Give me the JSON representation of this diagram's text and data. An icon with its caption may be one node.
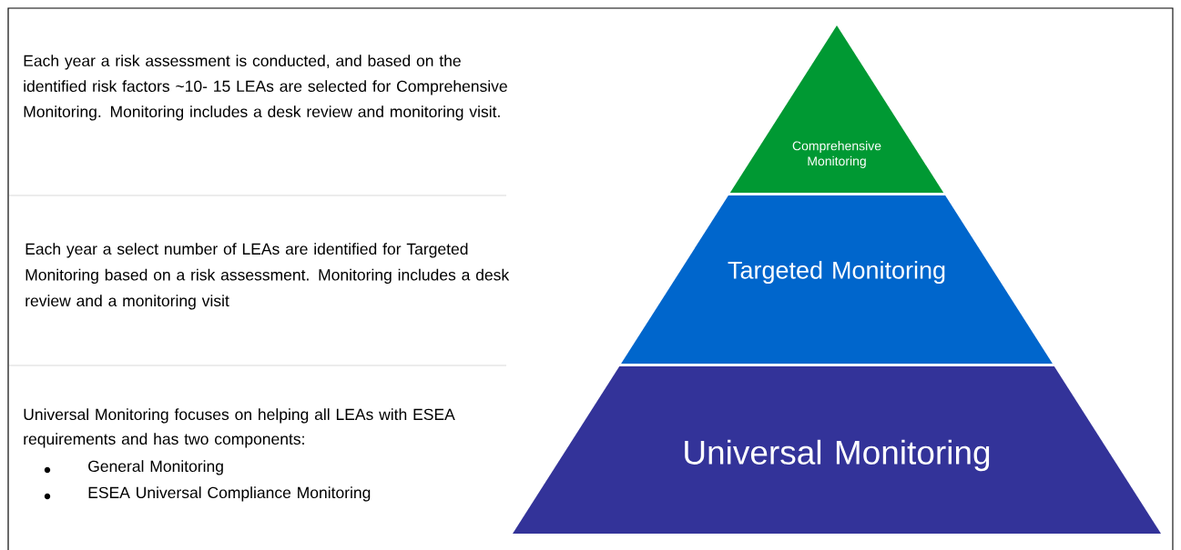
{
  "diagram": {
    "nodes": [
      {
        "text": [
          "Comprehensive Monitoring"
        ]
      },
      {
        "text": [
          "Targeted Monitoring"
        ]
      },
      {
        "text": [
          "Universal Monitoring"
        ]
      }
    ],
    "labels": [
      "Each year a risk assessment is conducted, and based on the identified risk factors ~10- 15 LEAs are selected for Comprehensive Monitoring. Monitoring includes a desk review and monitoring visit.",
      "Each year a select number of LEAs are identified for Targeted Monitoring based on a risk assessment. Monitoring includes a desk review and a monitoring visit",
      "Universal Monitoring focuses on helping all LEAs with ESEA requirements and has two components:",
      "General Monitoring",
      "ESEA Universal Compliance Monitoring"
    ]
  }
}
